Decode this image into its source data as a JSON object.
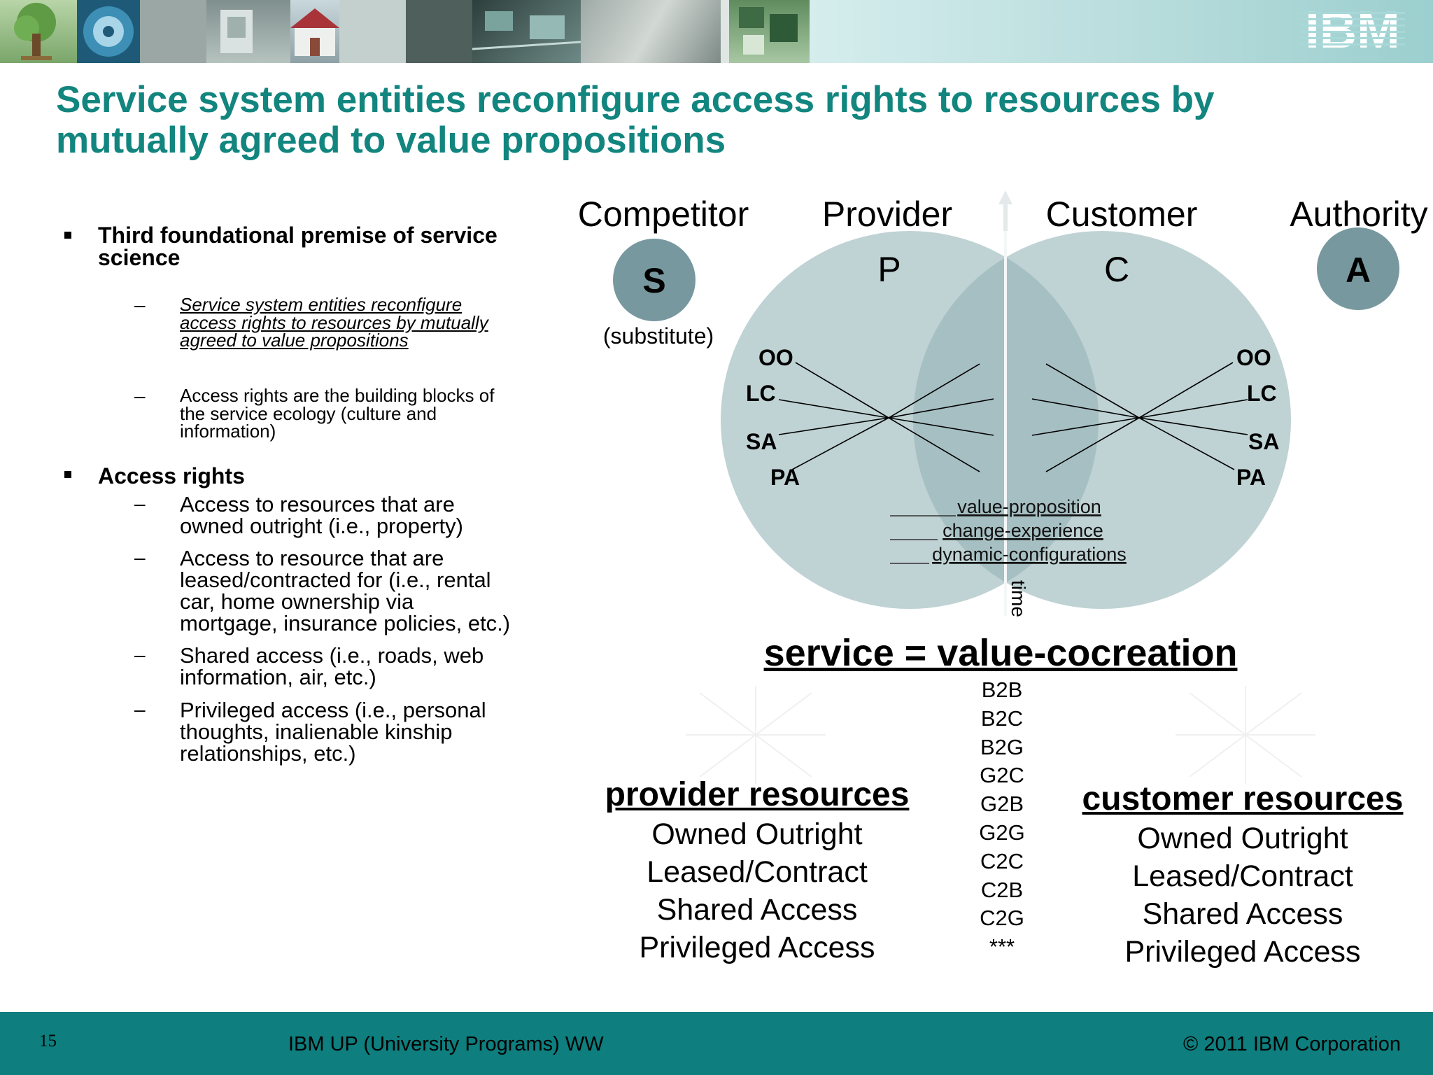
{
  "header": {
    "company_logo": "IBM",
    "title_line1": "Service system entities reconfigure access rights to resources by",
    "title_line2": "mutually agreed to value propositions"
  },
  "left": {
    "bullet1": {
      "heading_line1": "Third foundational premise of service",
      "heading_line2": "science",
      "sub1": [
        "Service system entities reconfigure",
        "access rights to resources by mutually",
        "agreed to value propositions"
      ],
      "sub2": [
        "Access rights are the building blocks of",
        "the service ecology (culture and",
        "information)"
      ]
    },
    "bullet2": {
      "heading": "Access rights",
      "subs": [
        [
          "Access to resources that are",
          "owned outright (i.e., property)"
        ],
        [
          "Access to resource that are",
          "leased/contracted for (i.e., rental",
          "car, home ownership via",
          "mortgage, insurance policies, etc.)"
        ],
        [
          "Shared access (i.e., roads, web",
          "information, air, etc.)"
        ],
        [
          "Privileged access (i.e., personal",
          "thoughts, inalienable kinship",
          "relationships, etc.)"
        ]
      ]
    },
    "dash": "–"
  },
  "diagram": {
    "roles": {
      "competitor": "Competitor",
      "provider": "Provider",
      "customer": "Customer",
      "authority": "Authority"
    },
    "competitor_badge": "S",
    "competitor_note": "(substitute)",
    "authority_badge": "A",
    "provider_letter": "P",
    "customer_letter": "C",
    "rights_labels": [
      "OO",
      "LC",
      "SA",
      "PA"
    ],
    "middle_labels": [
      "value-proposition",
      "change-experience",
      "dynamic-configurations"
    ],
    "axis_label": "time",
    "colors": {
      "circle_fill": "#bfd2d4",
      "overlap_fill": "#a6bfc2",
      "badge_fill": "#77989e"
    }
  },
  "formula": "service = value-cocreation",
  "codes": [
    "B2B",
    "B2C",
    "B2G",
    "G2C",
    "G2B",
    "G2G",
    "C2C",
    "C2B",
    "C2G",
    "***"
  ],
  "provider_resources": {
    "heading": "provider resources",
    "items": [
      "Owned Outright",
      "Leased/Contract",
      "Shared Access",
      "Privileged Access"
    ]
  },
  "customer_resources": {
    "heading": "customer resources",
    "items": [
      "Owned Outright",
      "Leased/Contract",
      "Shared Access",
      "Privileged Access"
    ]
  },
  "footer": {
    "page_number": "15",
    "program": "IBM UP (University Programs) WW",
    "copyright": "© 2011 IBM Corporation",
    "bar_color": "#0e7e7e"
  }
}
